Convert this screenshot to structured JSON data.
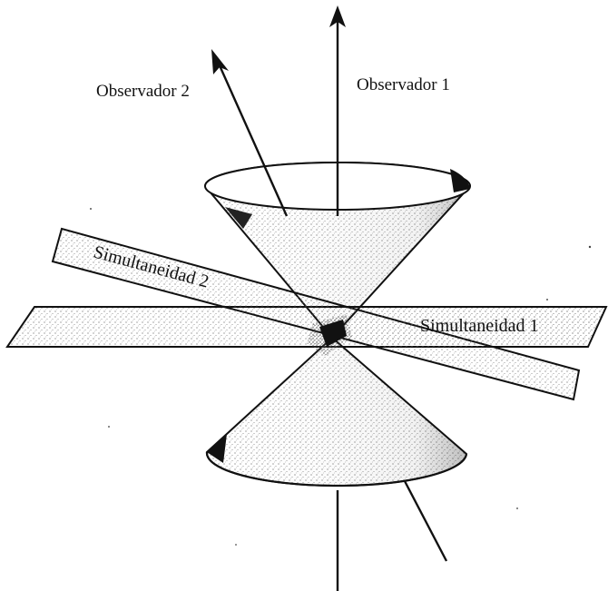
{
  "labels": {
    "observer_1": "Observador 1",
    "observer_2": "Observador 2",
    "simultaneity_1": "Simultaneidad 1",
    "simultaneity_2": "Simultaneidad 2"
  },
  "colors": {
    "ink": "#111111",
    "background": "#ffffff",
    "stipple": "#555555"
  }
}
